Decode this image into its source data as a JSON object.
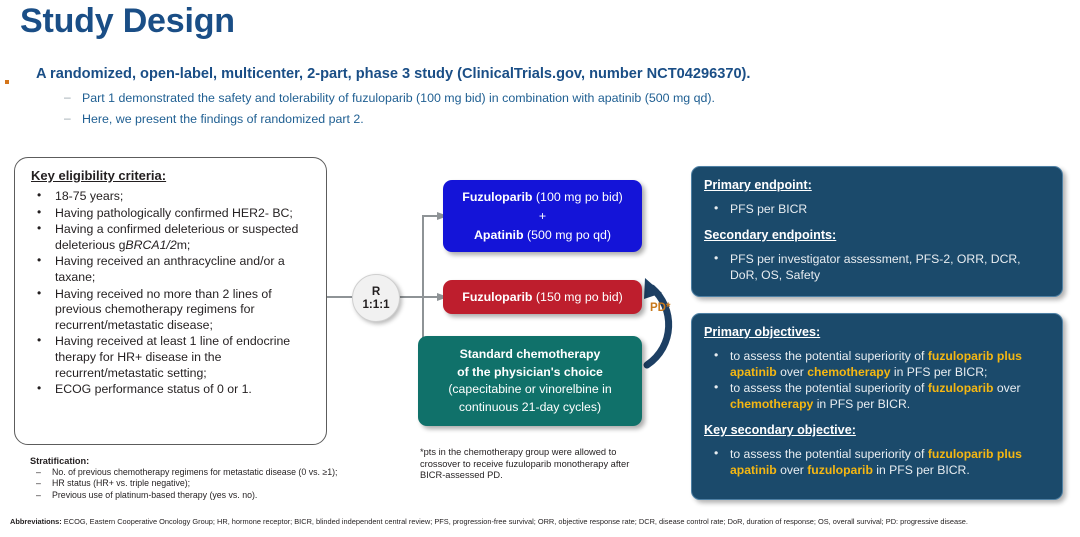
{
  "header": {
    "title": "Study Design",
    "lead": "A randomized, open-label, multicenter, 2-part, phase 3 study (ClinicalTrials.gov, number NCT04296370).",
    "sub1": "Part 1 demonstrated the safety and tolerability of fuzuloparib (100 mg bid) in combination with apatinib (500 mg qd).",
    "sub2": "Here, we present the findings of randomized part 2."
  },
  "eligibility": {
    "heading": "Key eligibility criteria:",
    "items": [
      "18-75 years;",
      "Having pathologically confirmed HER2- BC;",
      "Having a confirmed deleterious or suspected deleterious gBRCA1/2m;",
      "Having received an anthracycline and/or a taxane;",
      "Having received no more than 2 lines of previous chemotherapy regimens for recurrent/metastatic disease;",
      "Having received at least 1 line of endocrine therapy for HR+ disease in the recurrent/metastatic setting;",
      "ECOG performance status of 0 or 1."
    ],
    "item3_pre": "Having a confirmed deleterious or suspected deleterious g",
    "item3_ital": "BRCA1/2",
    "item3_post": "m;"
  },
  "stratification": {
    "heading": "Stratification:",
    "items": [
      "No. of previous chemotherapy regimens for metastatic disease (0 vs. ≥1);",
      "HR status (HR+ vs. triple negative);",
      "Previous use of platinum-based therapy (yes vs. no)."
    ]
  },
  "randomization": {
    "letter": "R",
    "ratio": "1:1:1"
  },
  "arms": {
    "arm_a_line1_bold": "Fuzuloparib",
    "arm_a_line1_plain": " (100 mg po bid)",
    "arm_a_plus": "+",
    "arm_a_line2_bold": "Apatinib",
    "arm_a_line2_plain": " (500 mg po qd)",
    "arm_b_bold": "Fuzuloparib",
    "arm_b_plain": " (150 mg po bid)",
    "arm_c_line1": "Standard chemotherapy",
    "arm_c_line2": "of the physician's choice",
    "arm_c_line3": "(capecitabine or vinorelbine in",
    "arm_c_line4": "continuous 21-day cycles)"
  },
  "crossover": {
    "pd_label": "PD*",
    "note": "*pts in the chemotherapy group were allowed to crossover to receive fuzuloparib monotherapy after BICR-assessed PD."
  },
  "endpoints": {
    "primary_heading": "Primary endpoint:",
    "primary_items": [
      "PFS per BICR"
    ],
    "secondary_heading": "Secondary endpoints:",
    "secondary_items": [
      "PFS per investigator assessment, PFS-2, ORR, DCR, DoR, OS, Safety"
    ]
  },
  "objectives": {
    "primary_heading": "Primary objectives:",
    "obj1_t1": "to assess the potential superiority of ",
    "obj1_hl1": "fuzuloparib plus apatinib",
    "obj1_t2": " over ",
    "obj1_hl2": "chemotherapy",
    "obj1_t3": " in PFS per BICR;",
    "obj2_t1": "to assess the potential superiority of ",
    "obj2_hl1": "fuzuloparib",
    "obj2_t2": " over ",
    "obj2_hl2": "chemotherapy",
    "obj2_t3": " in PFS per BICR.",
    "secondary_heading": "Key secondary objective:",
    "obj3_t1": "to assess the potential superiority of  ",
    "obj3_hl1": "fuzuloparib plus apatinib",
    "obj3_t2": " over ",
    "obj3_hl2": "fuzuloparib",
    "obj3_t3": " in PFS per BICR."
  },
  "footer": {
    "abbr_label": "Abbreviations:",
    "abbr_text": " ECOG, Eastern Cooperative Oncology Group; HR, hormone receptor; BICR, blinded independent central review; PFS, progression-free survival; ORR, objective response rate; DCR, disease control rate; DoR, duration of response; OS, overall survival; PD: progressive disease."
  },
  "colors": {
    "title_blue": "#1a4e86",
    "arm_a": "#1414d8",
    "arm_b": "#be1e2d",
    "arm_c": "#10716a",
    "panel": "#1b4a6b",
    "highlight": "#f5b712",
    "pd": "#c8791c"
  }
}
